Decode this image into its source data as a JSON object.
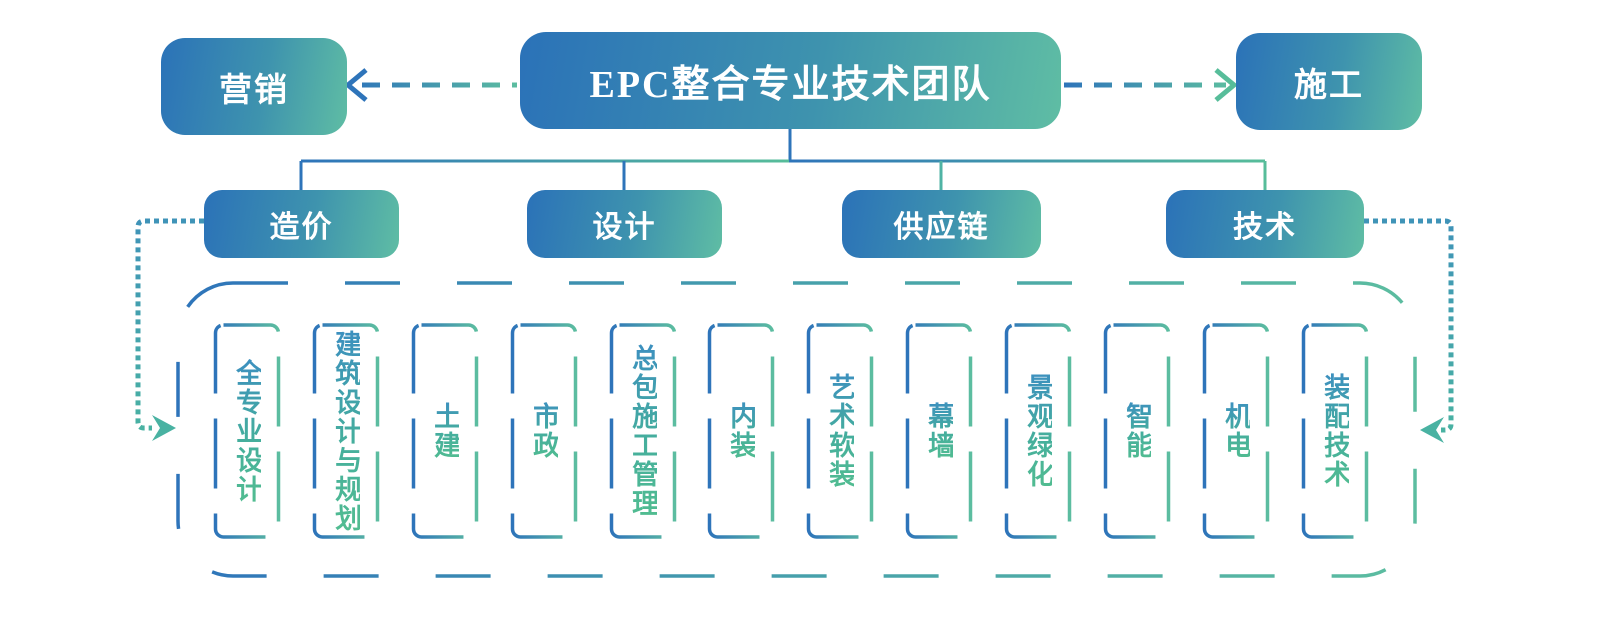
{
  "diagram": {
    "root": {
      "label": "EPC整合专业技术团队"
    },
    "left_node": {
      "label": "营销"
    },
    "right_node": {
      "label": "施工"
    },
    "branches": [
      {
        "label": "造价"
      },
      {
        "label": "设计"
      },
      {
        "label": "供应链"
      },
      {
        "label": "技术"
      }
    ],
    "specialties": [
      {
        "label": "全专业设计"
      },
      {
        "label": "建筑设计与规划"
      },
      {
        "label": "土建"
      },
      {
        "label": "市政"
      },
      {
        "label": "总包施工管理"
      },
      {
        "label": "内装"
      },
      {
        "label": "艺术软装"
      },
      {
        "label": "幕墙"
      },
      {
        "label": "景观绿化"
      },
      {
        "label": "智能"
      },
      {
        "label": "机电"
      },
      {
        "label": "装配技术"
      }
    ],
    "palette": {
      "node_gradient_blue": "#2b72b8",
      "node_gradient_green": "#5fbda4",
      "line_blue": "#2e74ba",
      "line_green": "#57bd9a",
      "dotted_teal": "#3f93b8",
      "dotted_green": "#49b2a2",
      "label_text_blue": "#3c8fc0",
      "label_text_green": "#52bd90",
      "node_text": "#ffffff"
    }
  }
}
